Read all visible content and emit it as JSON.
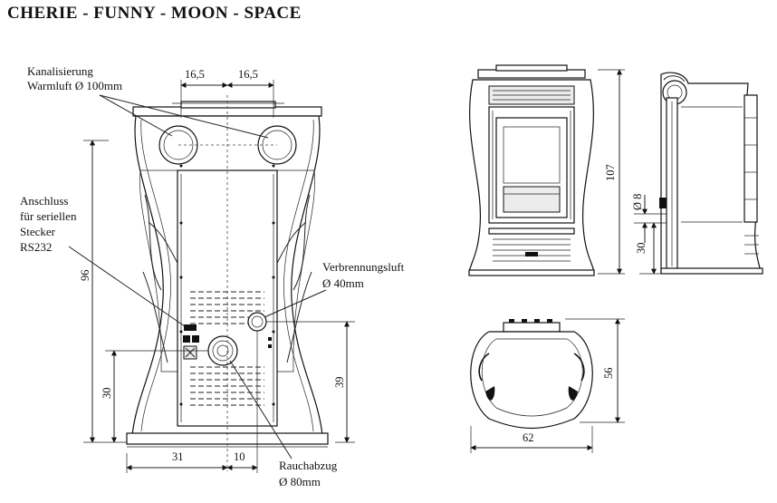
{
  "title": "CHERIE - FUNNY - MOON - SPACE",
  "labels": {
    "warm_air_1": "Kanalisierung",
    "warm_air_2": "Warmluft Ø 100mm",
    "serial_1": "Anschluss",
    "serial_2": "für seriellen",
    "serial_3": "Stecker",
    "serial_4": "RS232",
    "combustion_1": "Verbrennungsluft",
    "combustion_2": "Ø 40mm",
    "flue_1": "Rauchabzug",
    "flue_2": "Ø 80mm"
  },
  "dimensions": {
    "top_left": "16,5",
    "top_right": "16,5",
    "height_back": "96",
    "flue_height_left": "30",
    "flue_height_right": "39",
    "bottom_left": "31",
    "bottom_right": "10",
    "front_height": "107",
    "side_pipe": "Ø 8",
    "side_height": "30",
    "top_depth": "56",
    "top_width": "62"
  }
}
